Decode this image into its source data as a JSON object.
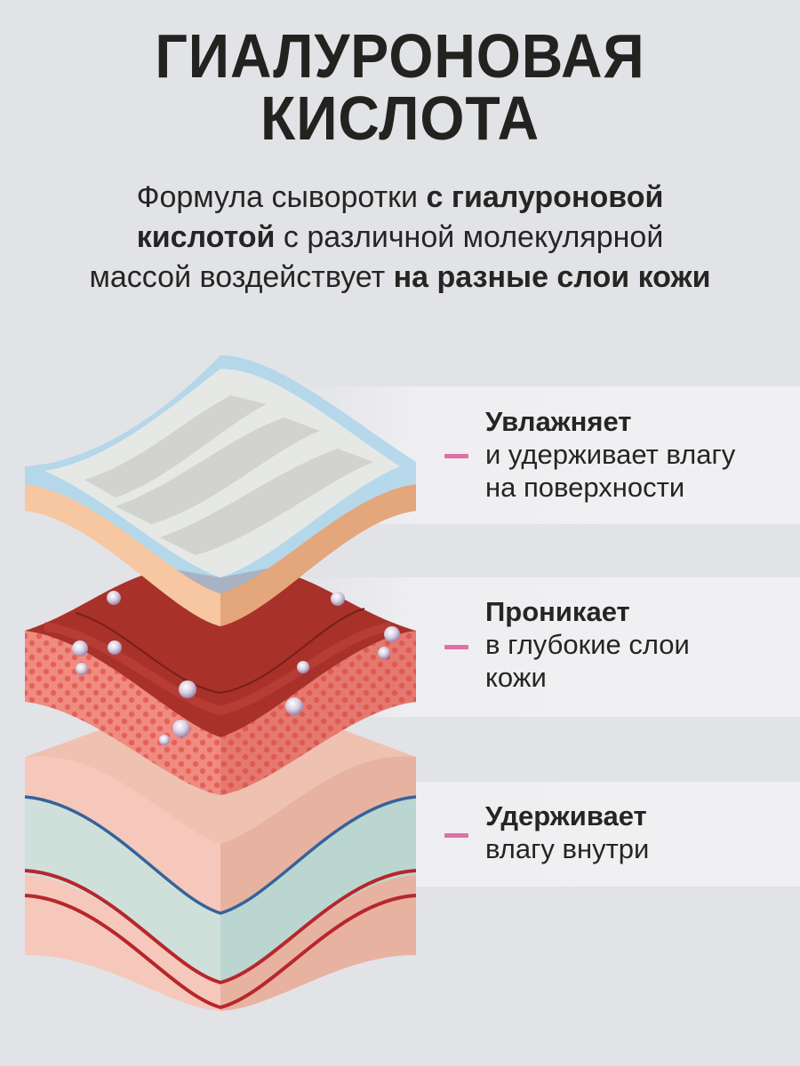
{
  "header": {
    "title_line1": "ГИАЛУРОНОВАЯ",
    "title_line2": "КИСЛОТА"
  },
  "subtitle": {
    "line1_regular": "Формула сыворотки ",
    "line1_bold": "с гиалуроновой",
    "line2_bold": "кислотой",
    "line2_regular": " с различной молекулярной",
    "line3_regular": "массой воздействует ",
    "line3_bold": "на разные слои кожи"
  },
  "callouts": [
    {
      "heading": "Увлажняет",
      "line1": "и удерживает влагу",
      "line2": "на поверхности"
    },
    {
      "heading": "Проникает",
      "line1": "в глубокие слои",
      "line2": "кожи"
    },
    {
      "heading": "Удерживает",
      "line1": "влагу внутри"
    }
  ],
  "colors": {
    "background": "#e2e3e7",
    "accent_dash": "#df6fa4",
    "text": "#232220"
  },
  "illustration": {
    "layers": [
      "epidermis-surface",
      "dermis-with-droplets",
      "hypodermis"
    ]
  }
}
